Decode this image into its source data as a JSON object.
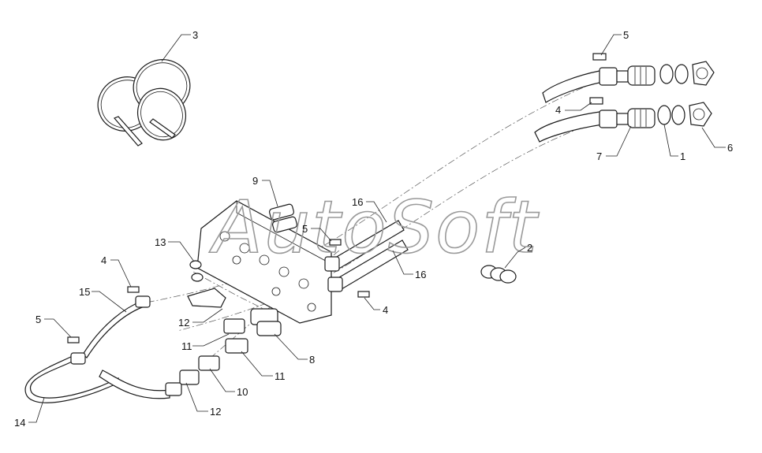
{
  "watermark": "AutoSoft",
  "callouts": [
    {
      "id": "3",
      "label": "3"
    },
    {
      "id": "5a",
      "label": "5"
    },
    {
      "id": "4a",
      "label": "4"
    },
    {
      "id": "7",
      "label": "7"
    },
    {
      "id": "1",
      "label": "1"
    },
    {
      "id": "6",
      "label": "6"
    },
    {
      "id": "9",
      "label": "9"
    },
    {
      "id": "16a",
      "label": "16"
    },
    {
      "id": "5b",
      "label": "5"
    },
    {
      "id": "2",
      "label": "2"
    },
    {
      "id": "16b",
      "label": "16"
    },
    {
      "id": "13",
      "label": "13"
    },
    {
      "id": "4b",
      "label": "4"
    },
    {
      "id": "15",
      "label": "15"
    },
    {
      "id": "4c",
      "label": "4"
    },
    {
      "id": "5c",
      "label": "5"
    },
    {
      "id": "12a",
      "label": "12"
    },
    {
      "id": "11a",
      "label": "11"
    },
    {
      "id": "8",
      "label": "8"
    },
    {
      "id": "11b",
      "label": "11"
    },
    {
      "id": "10",
      "label": "10"
    },
    {
      "id": "12b",
      "label": "12"
    },
    {
      "id": "14",
      "label": "14"
    }
  ]
}
